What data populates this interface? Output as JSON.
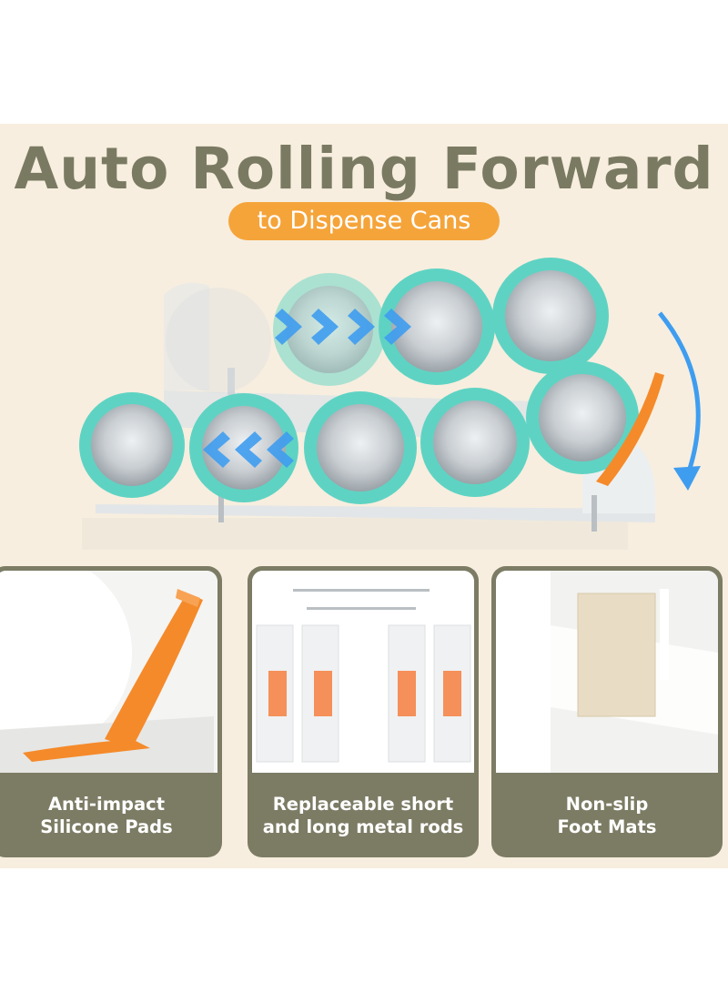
{
  "headline": "Auto Rolling Forward",
  "subheadline": "to Dispense Cans",
  "features": [
    {
      "line1": "Anti-impact",
      "line2": "Silicone Pads"
    },
    {
      "line1": "Replaceable short",
      "line2": "and long metal rods"
    },
    {
      "line1": "Non-slip",
      "line2": "Foot Mats"
    }
  ],
  "colors": {
    "background": "#f7eedf",
    "headline": "#7a7a62",
    "pill": "#f5a43a",
    "panel": "#7c7b64",
    "can_teal": "#5fd3c3",
    "arrow_blue": "#3f9df0",
    "pad_orange": "#f58a2a"
  }
}
